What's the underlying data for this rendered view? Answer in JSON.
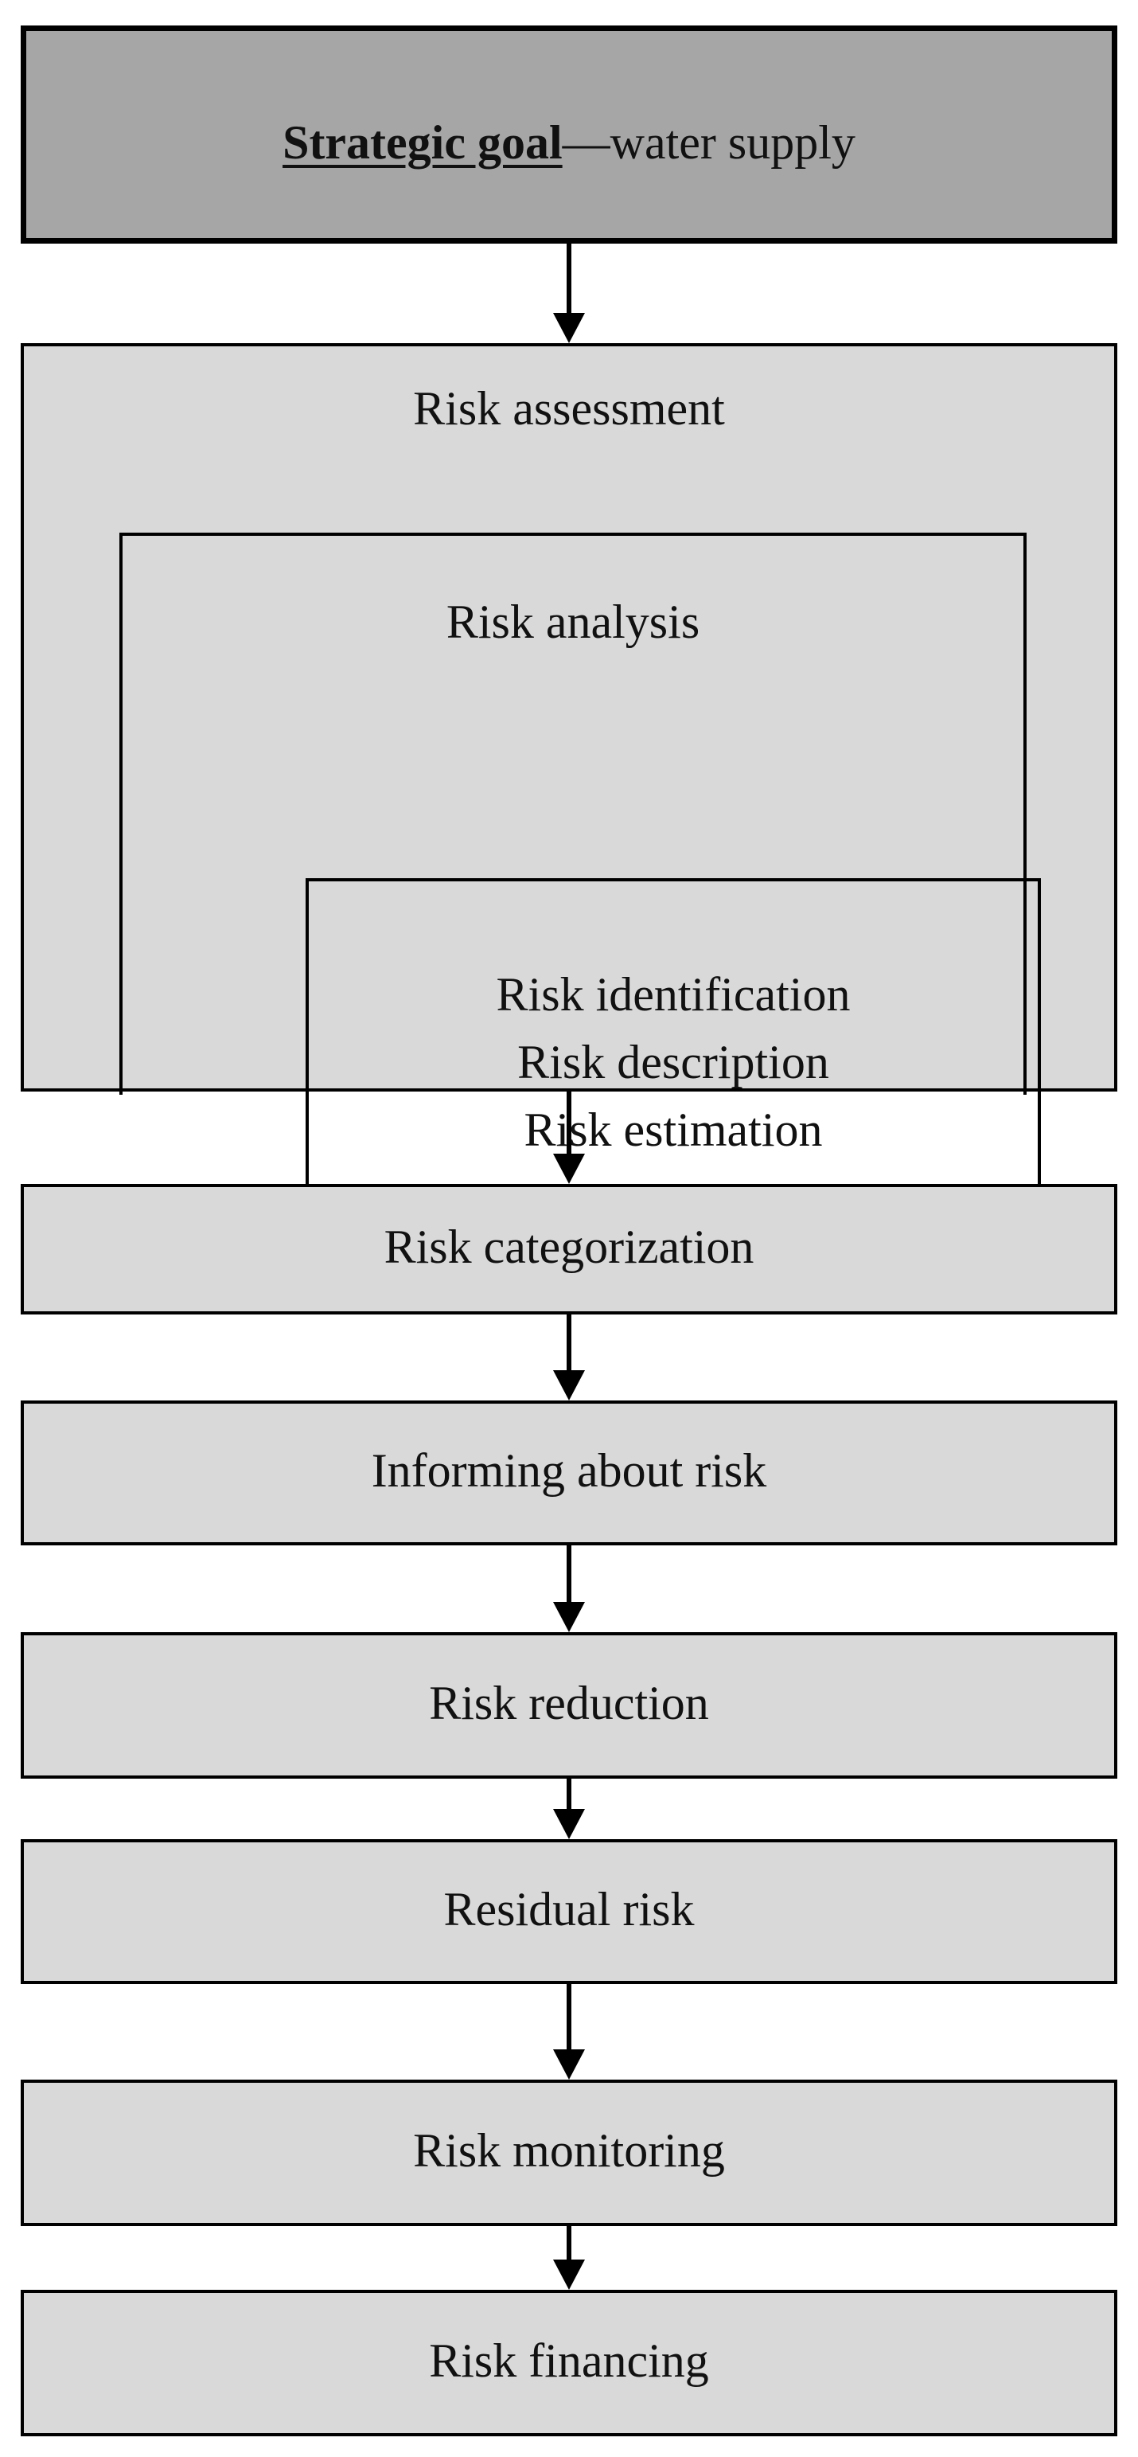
{
  "goal": {
    "title": "Strategic goal",
    "separator": "—",
    "subtitle": "water supply"
  },
  "assessment": {
    "label": "Risk assessment",
    "analysis": {
      "label": "Risk analysis",
      "steps": [
        "Risk identification",
        "Risk description",
        "Risk estimation"
      ]
    }
  },
  "steps": [
    "Risk categorization",
    "Informing about risk",
    "Risk reduction",
    "Residual risk",
    "Risk monitoring",
    "Risk financing"
  ]
}
